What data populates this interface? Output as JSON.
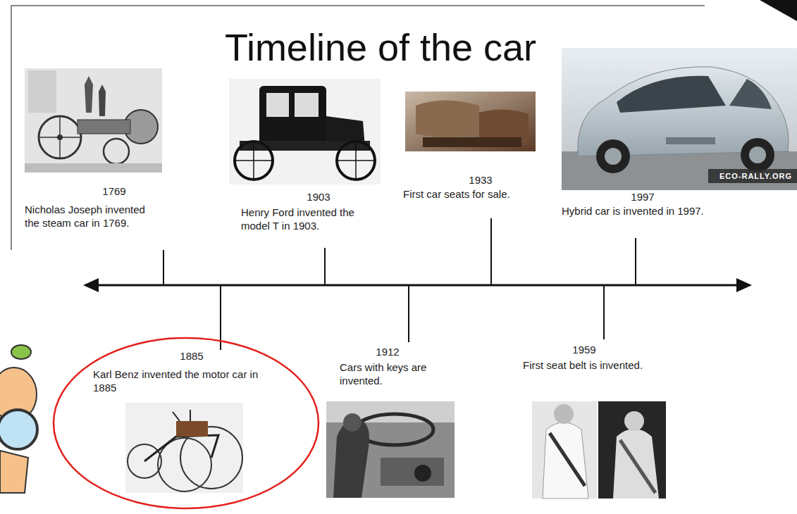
{
  "diagram": {
    "title": "Timeline of the car",
    "nodes": [
      {
        "text": [
          "1885",
          "Karl Benz invented the motor car in 1885"
        ]
      }
    ],
    "labels": [
      "1769",
      "Nicholas Joseph invented the steam car in 1769.",
      "1903",
      "Henry Ford invented the model T in 1903.",
      "1933",
      "First car seats for sale.",
      "ECO-RALLY.ORG",
      "1997",
      "Hybrid car is invented in 1997.",
      "1912",
      "Cars with keys are invented.",
      "1959",
      "First seat belt is invented."
    ]
  }
}
